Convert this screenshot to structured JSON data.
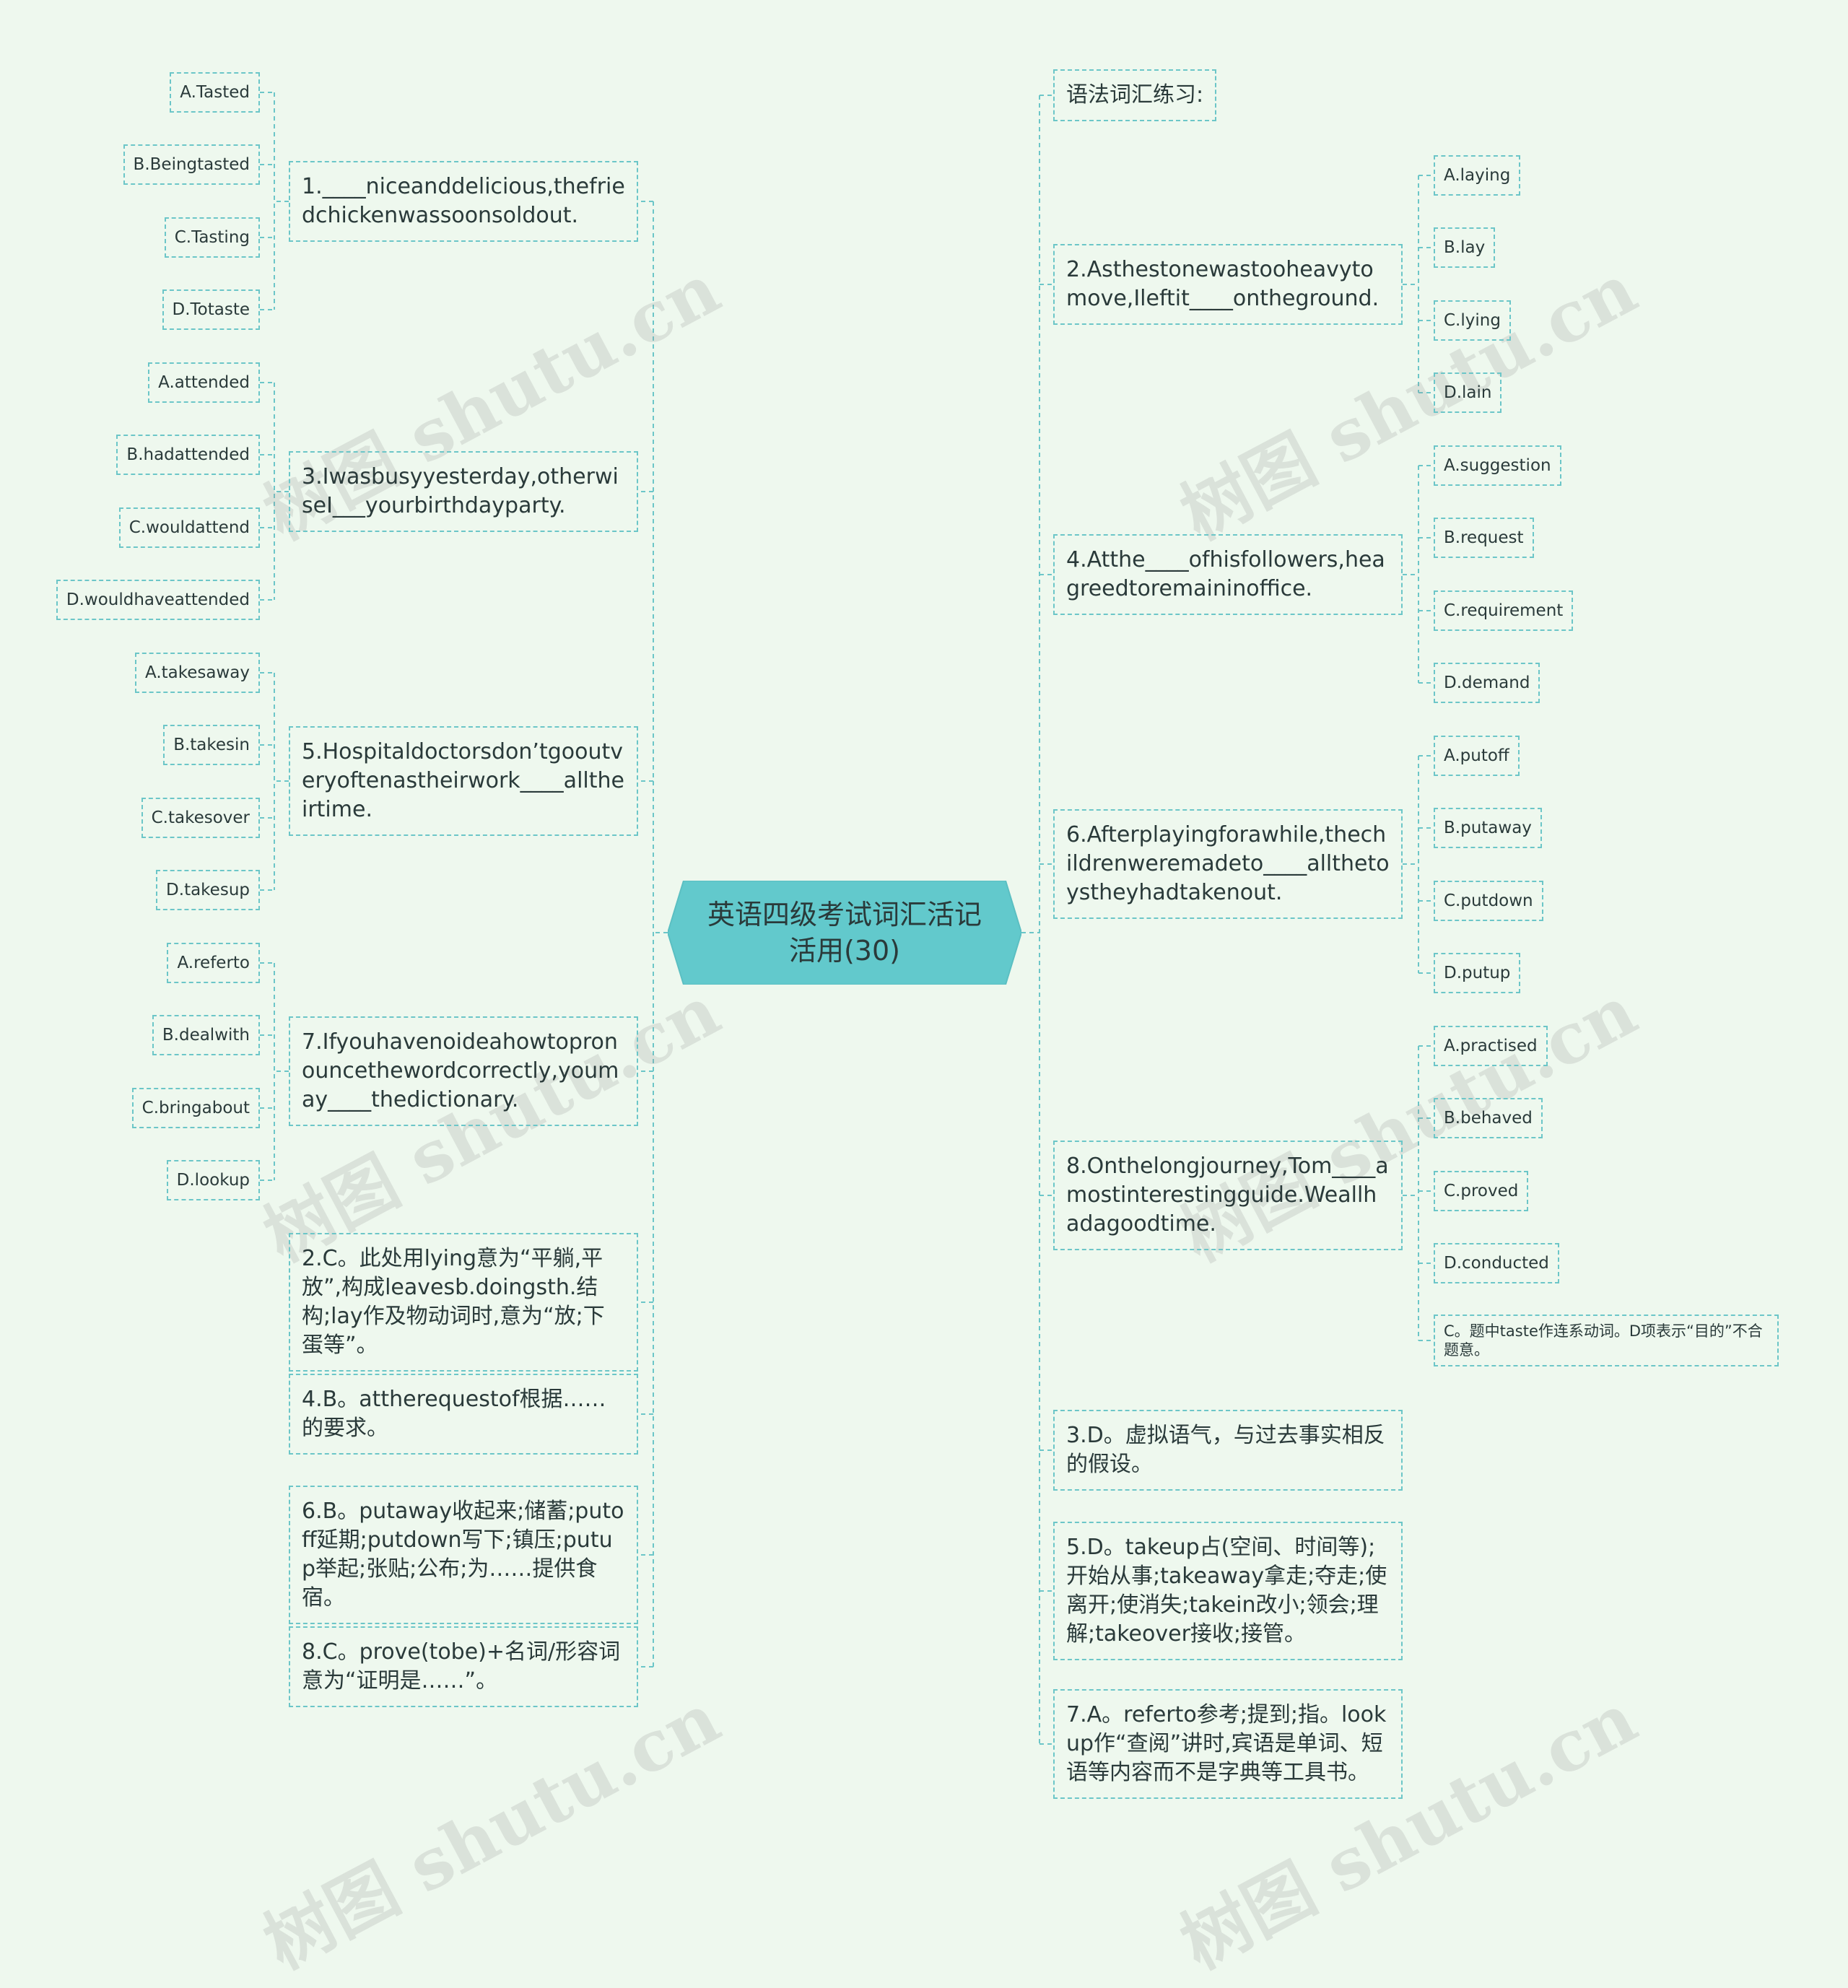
{
  "center": {
    "title": "英语四级考试词汇活记活用(30)"
  },
  "colors": {
    "accent": "#62c9cc",
    "line": "#6cc6c8",
    "background": "#eef8ee"
  },
  "left": {
    "q1": {
      "text": "1.____niceanddelicious,thefriedchickenwassoonsoldout.",
      "options": [
        "A.Tasted",
        "B.Beingtasted",
        "C.Tasting",
        "D.Totaste"
      ]
    },
    "q3": {
      "text": "3.Iwasbusyyesterday,otherwiseI___yourbirthdayparty.",
      "options": [
        "A.attended",
        "B.hadattended",
        "C.wouldattend",
        "D.wouldhaveattended"
      ]
    },
    "q5": {
      "text": "5.Hospitaldoctorsdon’tgooutveryoftenastheirwork____alltheirtime.",
      "options": [
        "A.takesaway",
        "B.takesin",
        "C.takesover",
        "D.takesup"
      ]
    },
    "q7": {
      "text": "7.Ifyouhavenoideahowtopronouncethewordcorrectly,youmay____thedictionary.",
      "options": [
        "A.referto",
        "B.dealwith",
        "C.bringabout",
        "D.lookup"
      ]
    },
    "a2": "2.C。此处用lying意为“平躺,平放”,构成leavesb.doingsth.结构;lay作及物动词时,意为“放;下蛋等”。",
    "a4": "4.B。attherequestof根据……的要求。",
    "a6": "6.B。putaway收起来;储蓄;putoff延期;putdown写下;镇压;putup举起;张贴;公布;为……提供食宿。",
    "a8": "8.C。prove(tobe)+名词/形容词意为“证明是……”。"
  },
  "right": {
    "heading": "语法词汇练习:",
    "q2": {
      "text": "2.Asthestonewastooheavytomove,Ileftit____ontheground.",
      "options": [
        "A.laying",
        "B.lay",
        "C.lying",
        "D.lain"
      ]
    },
    "q4": {
      "text": "4.Atthe____ofhisfollowers,heagreedtoremaininoffice.",
      "options": [
        "A.suggestion",
        "B.request",
        "C.requirement",
        "D.demand"
      ]
    },
    "q6": {
      "text": "6.Afterplayingforawhile,thechildrenweremadeto____allthetoystheyhadtakenout.",
      "options": [
        "A.putoff",
        "B.putaway",
        "C.putdown",
        "D.putup"
      ]
    },
    "q8": {
      "text": "8.Onthelongjourney,Tom____amostinterestingguide.Weallhadagoodtime.",
      "options": [
        "A.practised",
        "B.behaved",
        "C.proved",
        "D.conducted",
        "C。题中taste作连系动词。D项表示“目的”不合题意。"
      ]
    },
    "a3": "3.D。虚拟语气，与过去事实相反的假设。",
    "a5": "5.D。takeup占(空间、时间等);开始从事;takeaway拿走;夺走;使离开;使消失;takein改小;领会;理解;takeover接收;接管。",
    "a7": "7.A。referto参考;提到;指。lookup作“查阅”讲时,宾语是单词、短语等内容而不是字典等工具书。"
  },
  "watermark": "树图 shutu.cn"
}
